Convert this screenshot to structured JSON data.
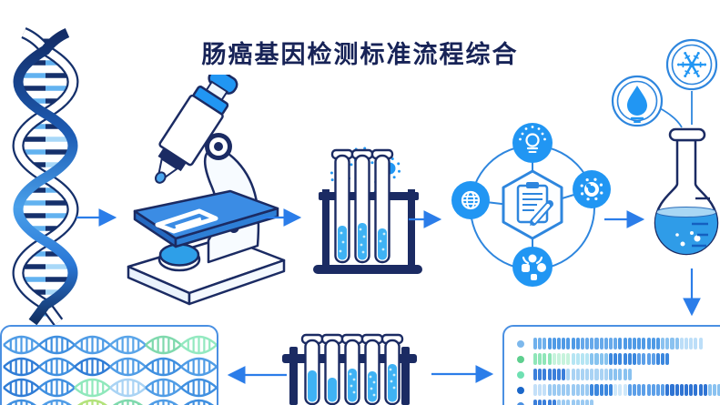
{
  "title": "肠癌基因检测标准流程综合",
  "palette": {
    "navy": "#1b2b63",
    "title_color": "#172357",
    "blue": "#2196f3",
    "ring_blue": "#2e86de",
    "arrow_blue": "#2b7de9",
    "liquid_blue": "#41aef2",
    "liquid_surface": "#a9d7f4",
    "panel_border": "#4a90e2",
    "green": "#8fe6b8"
  },
  "icons": [
    "dna-helix-icon",
    "microscope-icon",
    "test-tubes-icon",
    "virus-spore-icon",
    "clipboard-pen-icon",
    "idea-lightbulb-icon",
    "globe-icon",
    "cell-icon",
    "molecule-cluster-icon",
    "flask-icon",
    "water-drop-icon",
    "virus-snowflake-icon",
    "dna-sequence-panel",
    "results-bars-panel",
    "arrow-icon"
  ],
  "results_panel": {
    "rows": [
      {
        "bullet": "#7db8ec",
        "runs": [
          [
            "#6fb0ec",
            3
          ],
          [
            "#4f9ae6",
            7
          ],
          [
            "#67a9ea",
            8
          ],
          [
            "#4f9ae6",
            9
          ],
          [
            "#8ac2f0",
            4
          ],
          [
            "#bcdef8",
            5
          ]
        ]
      },
      {
        "bullet": "#5ecf8e",
        "runs": [
          [
            "#8fe6b8",
            4
          ],
          [
            "#c6f3dc",
            4
          ],
          [
            "#b5e5f3",
            4
          ],
          [
            "#86c3ef",
            4
          ],
          [
            "#3b87de",
            6
          ],
          [
            "#5c9fe8",
            4
          ],
          [
            "#3b87de",
            3
          ]
        ]
      },
      {
        "bullet": "#6fe0b2",
        "runs": [
          [
            "#3b7fdb",
            7
          ],
          [
            "#a9d3f4",
            9
          ],
          [
            "#8ac2f0",
            5
          ]
        ]
      },
      {
        "bullet": "#1b67c9",
        "runs": [
          [
            "#c4e0f8",
            3
          ],
          [
            "#9bcaf2",
            9
          ],
          [
            "#3b87de",
            5
          ],
          [
            "#cfe8fa",
            3
          ],
          [
            "#5c9fe8",
            8
          ],
          [
            "#2f74d3",
            9
          ],
          [
            "#8ac2f0",
            5
          ]
        ]
      },
      {
        "bullet": "#4a90e2",
        "runs": [
          [
            "#3b7fdb",
            5
          ],
          [
            "#9bcaf2",
            8
          ]
        ]
      }
    ]
  },
  "sequence_panel": {
    "rows": [
      {
        "units": [
          "#4f9ce6",
          "#3f8fe0",
          "#4f9ce6",
          "#5aa5e9",
          "#7fd9ad",
          "#93e9c0"
        ]
      },
      {
        "units": [
          "#2f7cd6",
          "#3f8fe0",
          "#2f7cd6",
          "#4f9ce6",
          "#3f8fe0",
          "#4f9ce6"
        ]
      },
      {
        "units": [
          "#2f7cd6",
          "#3f8fe0",
          "#8fe8bb",
          "#a9d3f4",
          "#4f9ce6",
          "#3f8fe0"
        ]
      },
      {
        "units": [
          "#3f8fe0",
          "#4f9ce6",
          "#b2e27a",
          "#7fd9ad",
          "#4f9ce6",
          "#3f8fe0"
        ]
      }
    ]
  },
  "top_tubes": {
    "count": 3
  },
  "bottom_tubes": {
    "count": 5,
    "liquid_tops": [
      47,
      55,
      45,
      48,
      40
    ]
  }
}
